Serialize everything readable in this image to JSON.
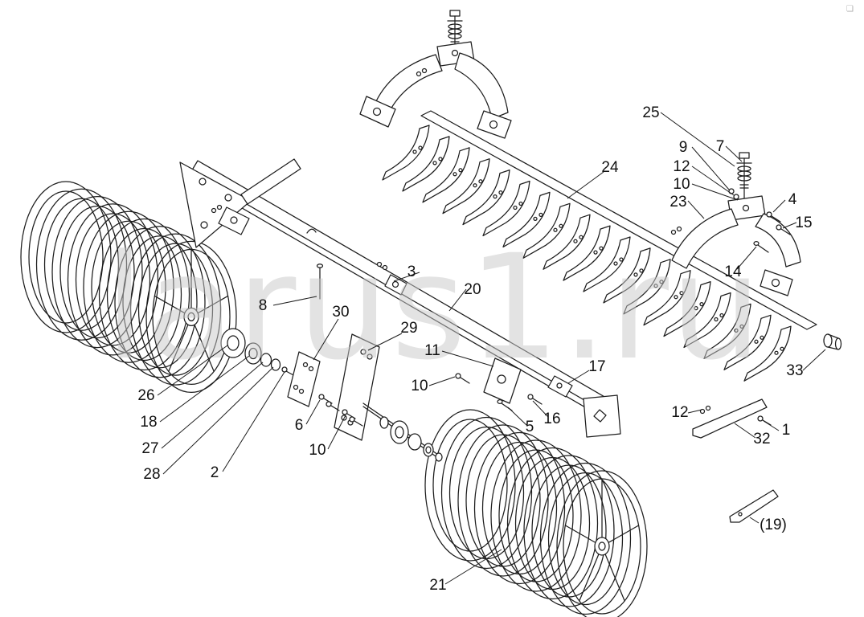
{
  "watermark": "larus1.ru",
  "corner_mark": "❏",
  "colors": {
    "background": "#ffffff",
    "line": "#1d1d1d",
    "watermark": "#c9c9c9",
    "label": "#111111"
  },
  "callouts": [
    {
      "label": "25"
    },
    {
      "label": "7"
    },
    {
      "label": "9"
    },
    {
      "label": "12"
    },
    {
      "label": "10"
    },
    {
      "label": "23"
    },
    {
      "label": "4"
    },
    {
      "label": "15"
    },
    {
      "label": "14"
    },
    {
      "label": "24"
    },
    {
      "label": "3"
    },
    {
      "label": "20"
    },
    {
      "label": "8"
    },
    {
      "label": "30"
    },
    {
      "label": "29"
    },
    {
      "label": "11"
    },
    {
      "label": "17"
    },
    {
      "label": "10"
    },
    {
      "label": "16"
    },
    {
      "label": "5"
    },
    {
      "label": "6"
    },
    {
      "label": "26"
    },
    {
      "label": "18"
    },
    {
      "label": "27"
    },
    {
      "label": "28"
    },
    {
      "label": "2"
    },
    {
      "label": "10"
    },
    {
      "label": "12"
    },
    {
      "label": "32"
    },
    {
      "label": "1"
    },
    {
      "label": "33"
    },
    {
      "label": "21"
    },
    {
      "label": "(19)"
    }
  ]
}
